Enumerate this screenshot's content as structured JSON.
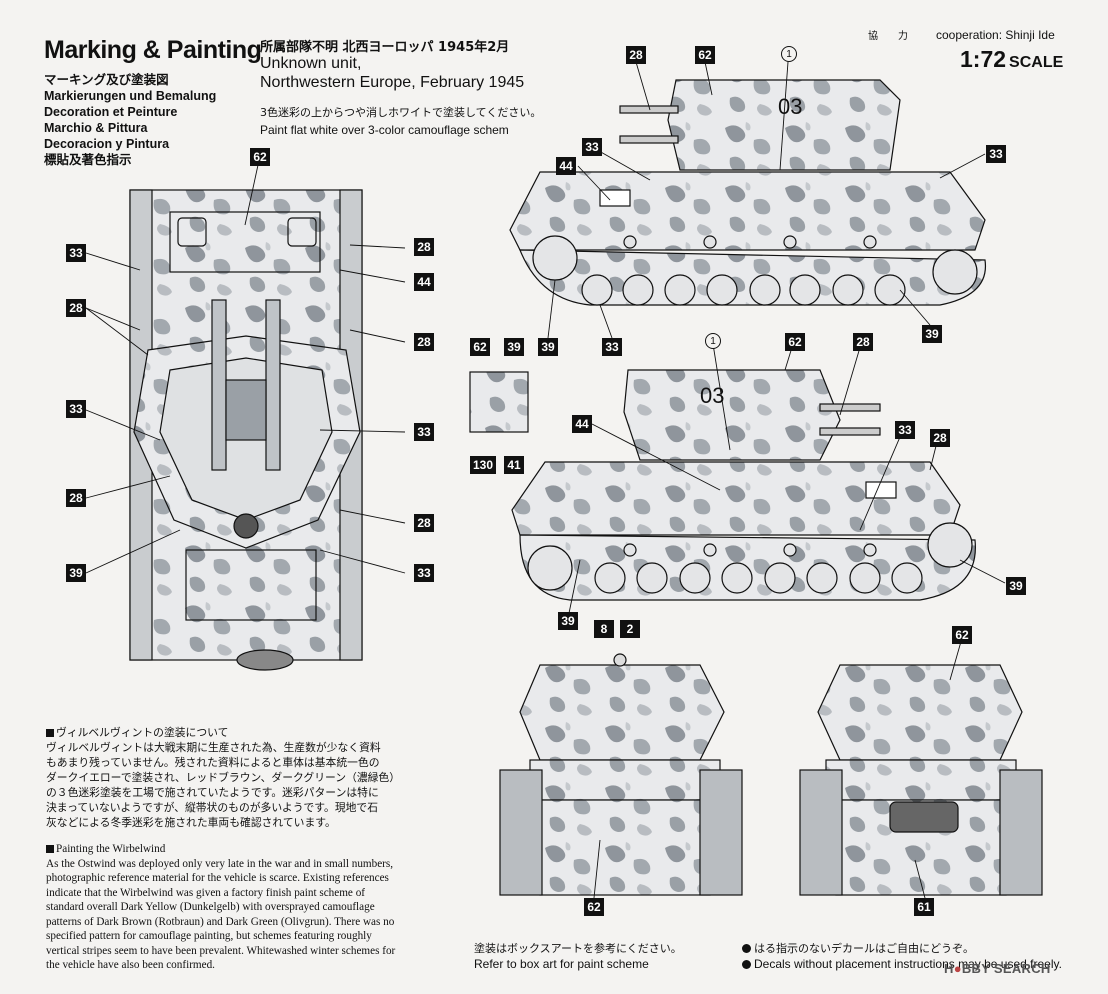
{
  "header": {
    "title": "Marking & Painting",
    "languages": [
      "マーキング及び塗装図",
      "Markierungen und Bemalung",
      "Decoration et Peinture",
      "Marchio & Pittura",
      "Decoracion y Pintura",
      "標貼及著色指示"
    ],
    "unit_jp": "所属部隊不明 北西ヨーロッパ 1945年2月",
    "unit_en_1": "Unknown unit,",
    "unit_en_2": "Northwestern Europe, February 1945",
    "paint_jp": "3色迷彩の上からつや消しホワイトで塗装してください。",
    "paint_en": "Paint flat white over 3-color camouflage schem",
    "coop_jp": "協　　力",
    "coop_en": "cooperation: Shinji Ide",
    "scale": "1:72",
    "scale_word": "SCALE"
  },
  "callouts": {
    "c62": "62",
    "c39": "39",
    "c33": "33",
    "c28": "28",
    "c44": "44",
    "c41": "41",
    "c130": "130",
    "c8": "8",
    "c2": "2",
    "c61": "61",
    "d1": "1",
    "turret_number": "03"
  },
  "notes": {
    "jp_heading": "ヴィルベルヴィントの塗装について",
    "jp_lines": [
      "ヴィルベルヴィントは大戦末期に生産された為、生産数が少なく資料",
      "もあまり残っていません。残された資料によると車体は基本統一色の",
      "ダークイエローで塗装され、レッドブラウン、ダークグリーン（濃緑色）",
      "の３色迷彩塗装を工場で施されていたようです。迷彩パターンは特に",
      "決まっていないようですが、縦帯状のものが多いようです。現地で石",
      "灰などによる冬季迷彩を施された車両も確認されています。"
    ],
    "en_heading": "Painting the Wirbelwind",
    "en_lines": [
      "As the Ostwind was deployed only very late in the war and in small numbers,",
      "photographic reference material for the vehicle is scarce. Existing references",
      "indicate that the Wirbelwind was given a factory finish paint scheme of",
      "standard overall Dark Yellow (Dunkelgelb) with oversprayed camouflage",
      "patterns of Dark Brown (Rotbraun) and Dark Green (Olivgrun). There was no",
      "specified pattern for camouflage painting, but schemes featuring roughly",
      "vertical stripes seem to have been prevalent. Whitewashed winter schemes for",
      "the vehicle have also been confirmed."
    ]
  },
  "footer": {
    "box_jp": "塗装はボックスアートを参考にください。",
    "box_en": "Refer to box art for paint scheme",
    "decal_jp": "はる指示のないデカールはご自由にどうぞ。",
    "decal_en": "Decals without placement instructions may be used freely.",
    "watermark_a": "H",
    "watermark_b": "BBY SEARCH"
  },
  "colors": {
    "ink": "#111111",
    "paper": "#f4f3f1",
    "camo_light": "#e9eaec",
    "camo_dark": "#8f959c"
  }
}
